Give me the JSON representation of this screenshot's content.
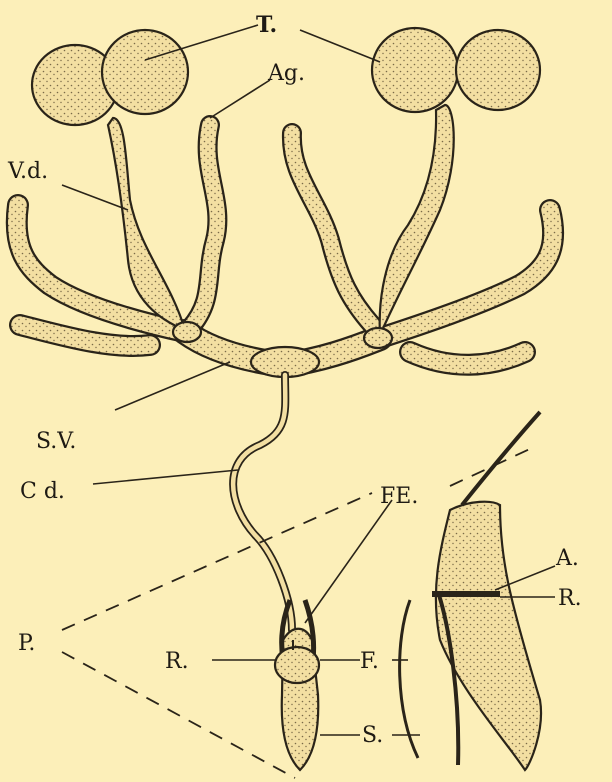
{
  "colors": {
    "background": "#fcefb9",
    "ink": "#2a2419",
    "organ_fill": "#f3dfa2"
  },
  "labels": {
    "testes": "T.",
    "accessory_gland": "Ag.",
    "vas_deferens": "V.d.",
    "seminal_vesicle": "S.V.",
    "common_duct": "C d.",
    "fe": "FE.",
    "p": "P.",
    "a": "A.",
    "r_right": "R.",
    "r_left": "R.",
    "f": "F.",
    "s": "S."
  }
}
